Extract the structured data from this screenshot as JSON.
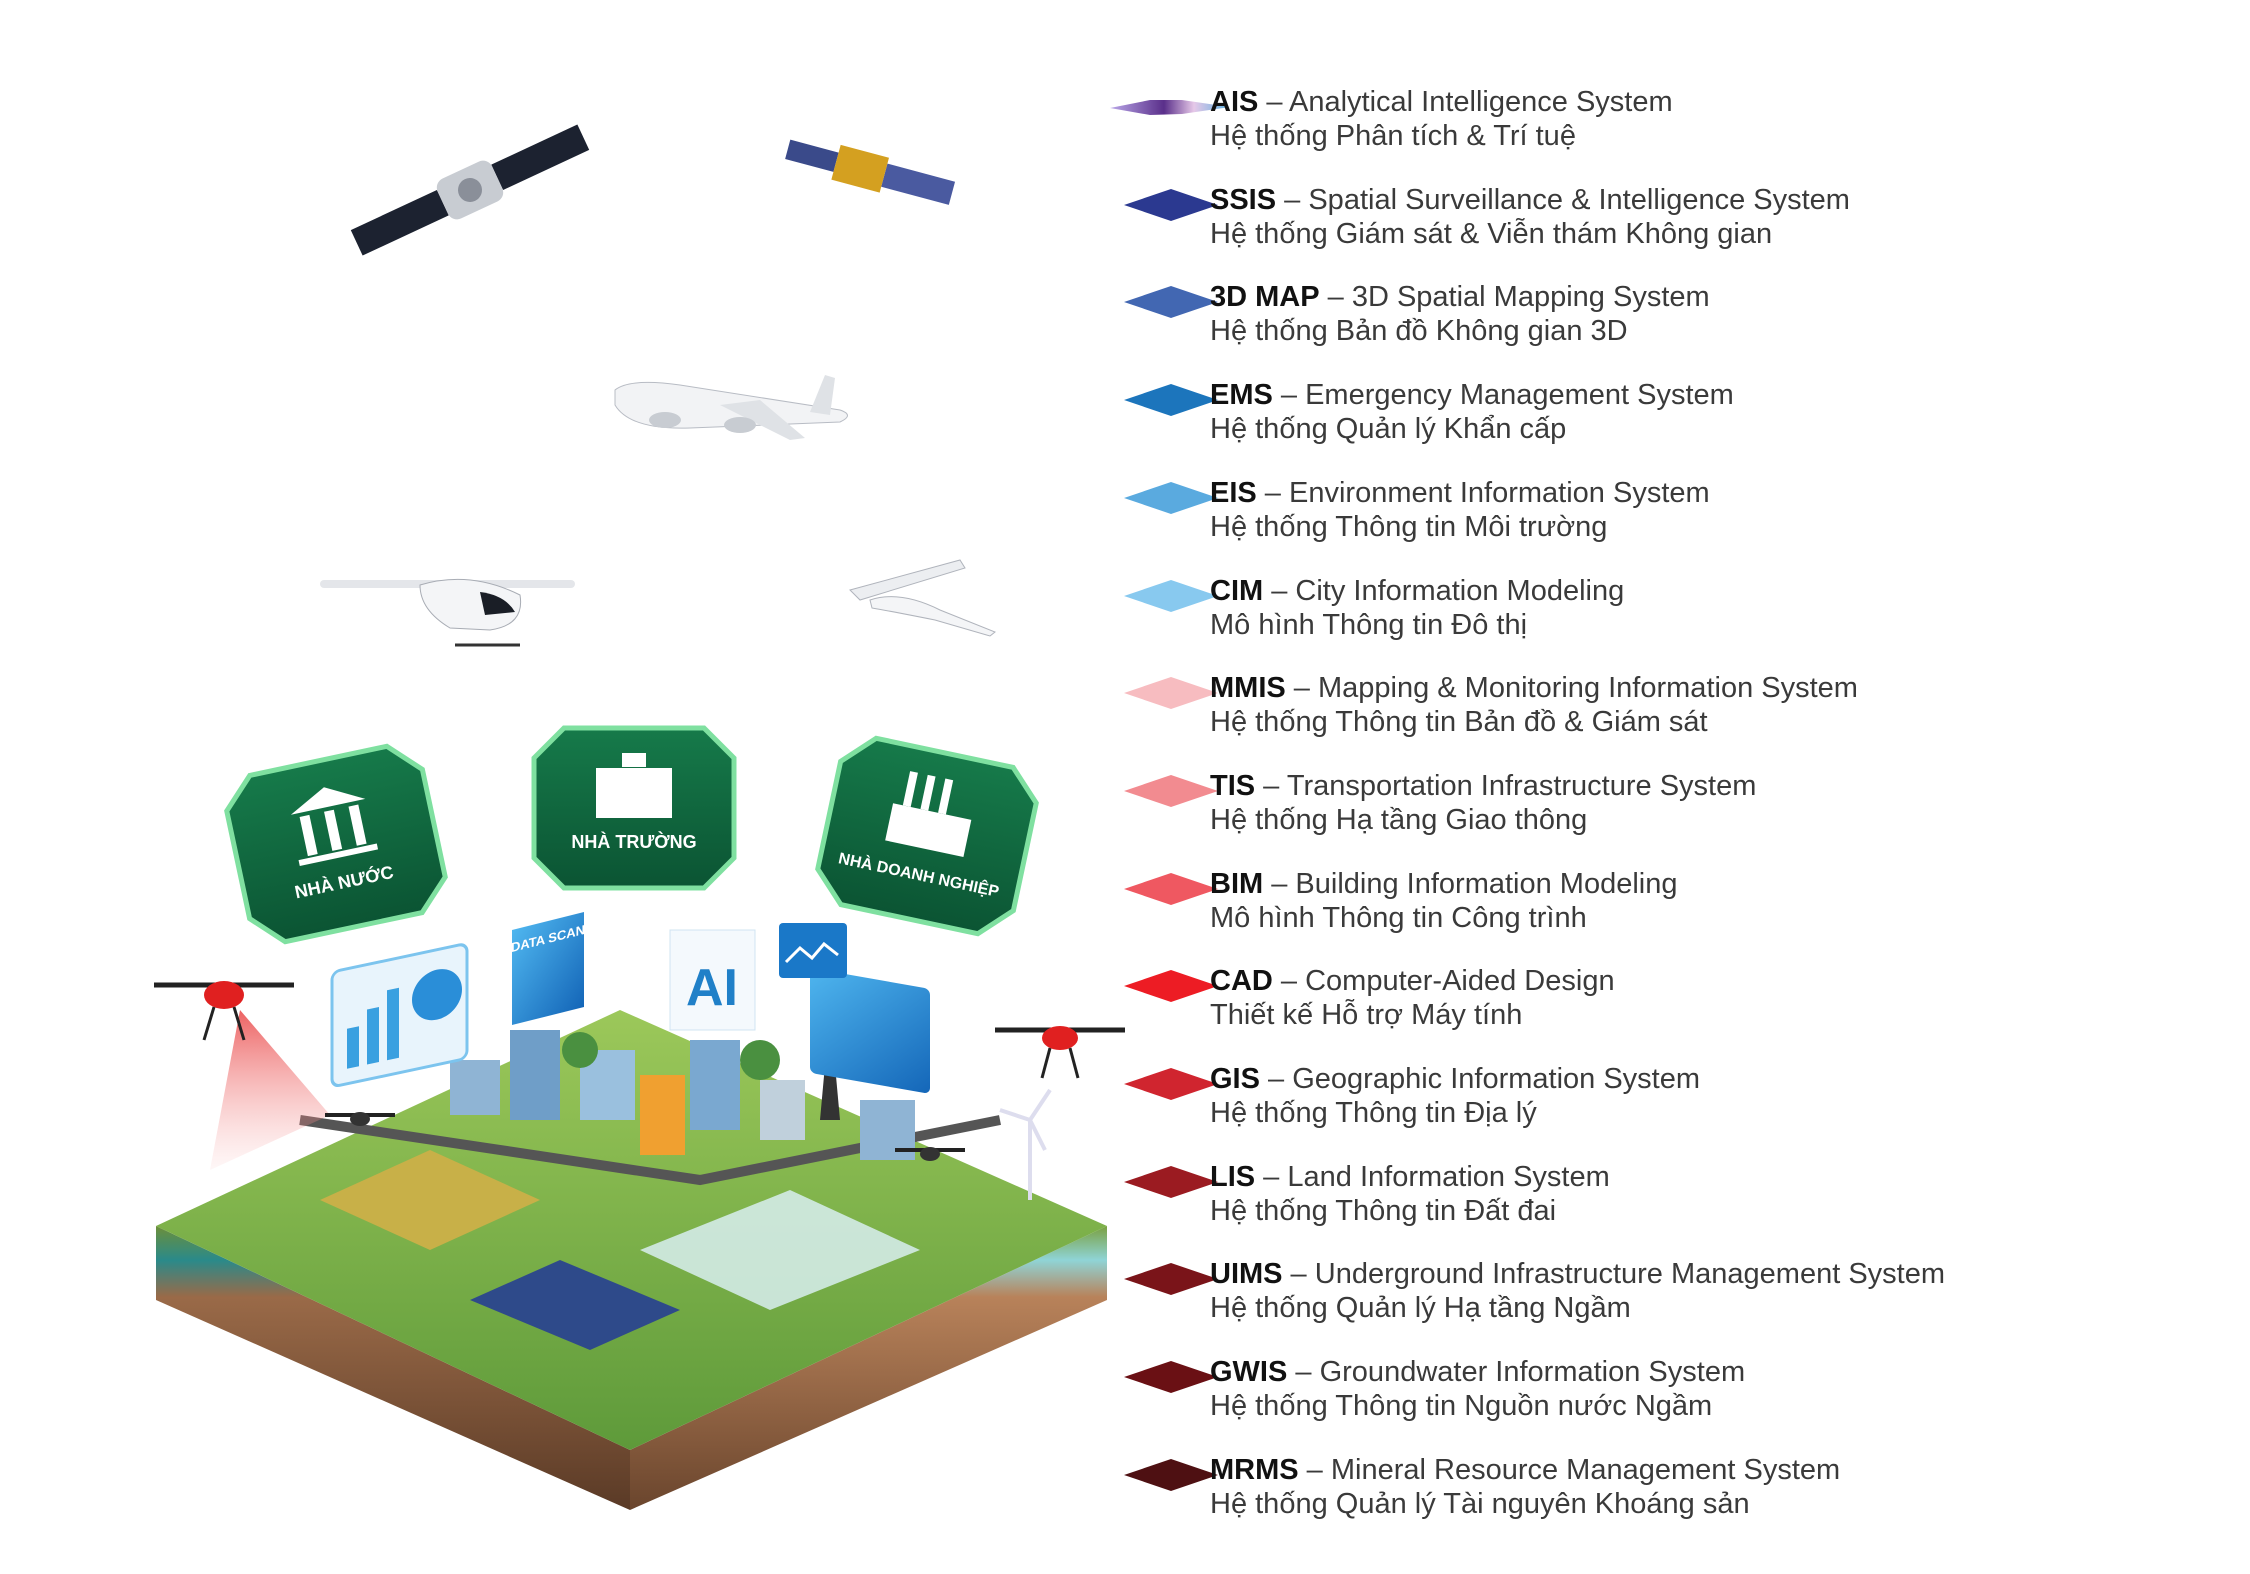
{
  "illustration": {
    "badges": [
      "NHÀ NƯỚC",
      "NHÀ TRƯỜNG",
      "NHÀ DOANH NGHIỆP"
    ],
    "panels": {
      "data_scan": "DATA SCAN",
      "ai": "AI"
    }
  },
  "legend": [
    {
      "code": "AIS",
      "name": "Analytical Intelligence System",
      "vi": "Hệ thống Phân tích & Trí tuệ",
      "color": "#8a5fb8"
    },
    {
      "code": "SSIS",
      "name": "Spatial Surveillance & Intelligence System",
      "vi": "Hệ thống Giám sát & Viễn thám Không gian",
      "color": "#2b3990"
    },
    {
      "code": "3D MAP",
      "name": "3D Spatial Mapping System",
      "vi": "Hệ thống Bản đồ Không gian 3D",
      "color": "#4267b2"
    },
    {
      "code": "EMS",
      "name": "Emergency Management System",
      "vi": "Hệ thống Quản lý Khẩn cấp",
      "color": "#1c75bc"
    },
    {
      "code": "EIS",
      "name": "Environment Information System",
      "vi": "Hệ thống Thông tin Môi trường",
      "color": "#5aaadf"
    },
    {
      "code": "CIM",
      "name": "City Information Modeling",
      "vi": "Mô hình Thông tin Đô thị",
      "color": "#88c9ef"
    },
    {
      "code": "MMIS",
      "name": "Mapping & Monitoring Information System",
      "vi": "Hệ thống Thông tin Bản đồ & Giám sát",
      "color": "#f7bcc0"
    },
    {
      "code": "TIS",
      "name": "Transportation Infrastructure System",
      "vi": "Hệ thống Hạ tầng Giao thông",
      "color": "#f28b90"
    },
    {
      "code": "BIM",
      "name": "Building Information Modeling",
      "vi": "Mô hình Thông tin Công trình",
      "color": "#ef5861"
    },
    {
      "code": "CAD",
      "name": "Computer-Aided Design",
      "vi": "Thiết kế Hỗ trợ Máy tính",
      "color": "#ed1c24"
    },
    {
      "code": "GIS",
      "name": "Geographic Information System",
      "vi": "Hệ thống Thông tin Địa lý",
      "color": "#d0252f"
    },
    {
      "code": "LIS",
      "name": "Land Information System",
      "vi": "Hệ thống Thông tin Đất đai",
      "color": "#9b1b21"
    },
    {
      "code": "UIMS",
      "name": "Underground Infrastructure Management System",
      "vi": "Hệ thống Quản lý Hạ tầng Ngầm",
      "color": "#7a1419"
    },
    {
      "code": "GWIS",
      "name": "Groundwater Information System",
      "vi": "Hệ thống Thông tin Nguồn nước Ngầm",
      "color": "#6a1014"
    },
    {
      "code": "MRMS",
      "name": "Mineral Resource Management System",
      "vi": "Hệ thống Quản lý Tài nguyên Khoáng sản",
      "color": "#4e1012"
    }
  ]
}
